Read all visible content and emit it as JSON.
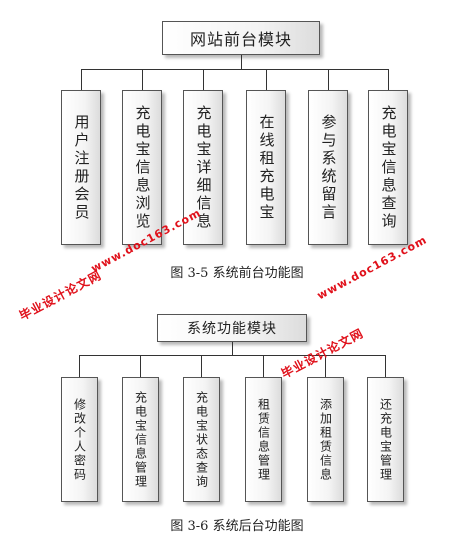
{
  "figure1": {
    "root": "网站前台模块",
    "children": [
      "用户注册会员",
      "充电宝信息浏览",
      "充电宝详细信息",
      "在线租充电宝",
      "参与系统留言",
      "充电宝信息查询"
    ],
    "caption": "图 3-5 系统前台功能图"
  },
  "figure2": {
    "root": "系统功能模块",
    "children": [
      "修改个人密码",
      "充电宝信息管理",
      "充电宝状态查询",
      "租赁信息管理",
      "添加租赁信息",
      "还充电宝管理"
    ],
    "caption": "图 3-6 系统后台功能图"
  },
  "watermarks": {
    "site_name": "毕业设计论文网",
    "url": "www.doc163.com"
  },
  "colors": {
    "watermark": "#e0101a",
    "border": "#555555",
    "line": "#333333"
  }
}
